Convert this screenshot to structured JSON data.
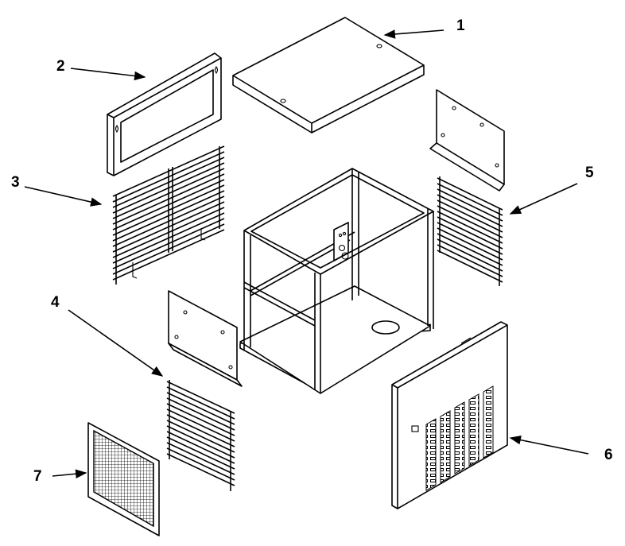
{
  "callouts": [
    {
      "label": "1"
    },
    {
      "label": "2"
    },
    {
      "label": "3"
    },
    {
      "label": "4"
    },
    {
      "label": "5"
    },
    {
      "label": "6"
    },
    {
      "label": "7"
    }
  ]
}
